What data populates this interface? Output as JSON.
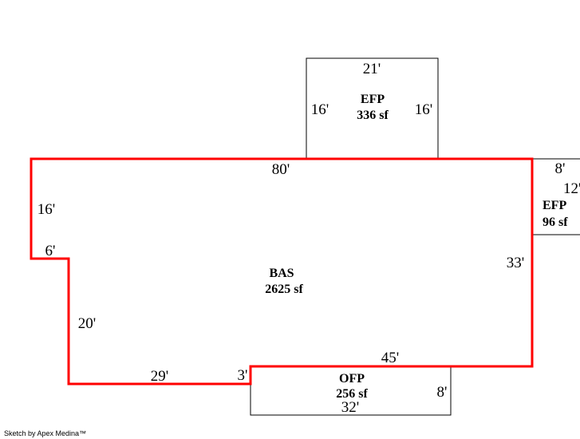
{
  "colors": {
    "main_outline": "#ff0000",
    "addition_outline": "#000000",
    "background": "#ffffff"
  },
  "efp_top": {
    "code": "EFP",
    "area": "336 sf",
    "dims": {
      "top": "21'",
      "left": "16'",
      "right": "16'"
    }
  },
  "bas": {
    "code": "BAS",
    "area": "2625 sf",
    "dims": {
      "top": "80'",
      "left_upper": "16'",
      "left_step": "6'",
      "left_lower": "20'",
      "bottom_left": "29'",
      "bottom_step": "3'",
      "bottom_right": "45'",
      "right": "33'"
    }
  },
  "efp_right": {
    "code": "EFP",
    "area": "96 sf",
    "dims": {
      "top": "8'",
      "side": "12'"
    }
  },
  "ofp": {
    "code": "OFP",
    "area": "256 sf",
    "dims": {
      "bottom": "32'",
      "right": "8'"
    }
  },
  "footer": {
    "credit": "Sketch by Apex Medina™"
  }
}
